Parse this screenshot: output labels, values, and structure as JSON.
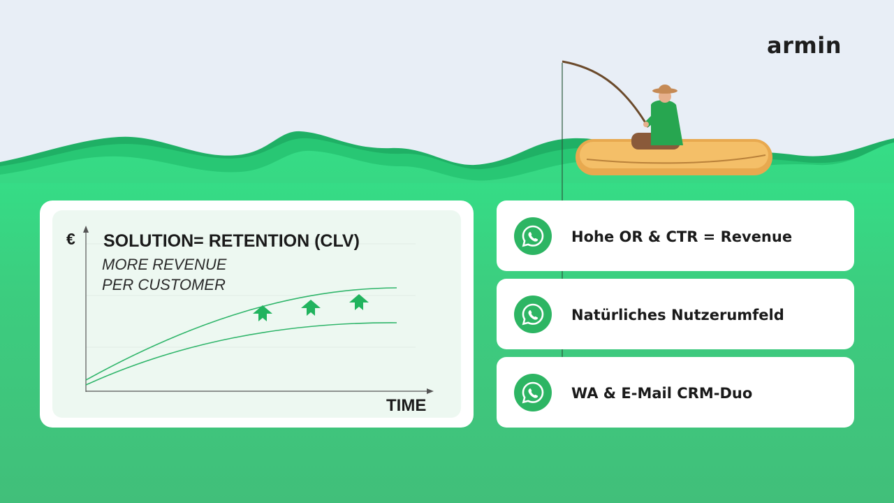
{
  "brand": {
    "logo": "armin"
  },
  "chart": {
    "y_label": "€",
    "x_label": "TIME",
    "title": "SOLUTION= RETENTION (CLV)",
    "subtitle_line1": "MORE REVENUE",
    "subtitle_line2": "PER CUSTOMER",
    "arrow_count": 3
  },
  "features": [
    {
      "icon": "whatsapp-icon",
      "label": "Hohe OR & CTR = Revenue"
    },
    {
      "icon": "whatsapp-icon",
      "label": "Natürliches Nutzerumfeld"
    },
    {
      "icon": "whatsapp-icon",
      "label": "WA & E-Mail CRM-Duo"
    }
  ],
  "colors": {
    "sky": "#e8eef6",
    "water": "#3cc47c",
    "wave_light": "#34e08a",
    "accent_green": "#21b35e",
    "card": "#ffffff"
  }
}
